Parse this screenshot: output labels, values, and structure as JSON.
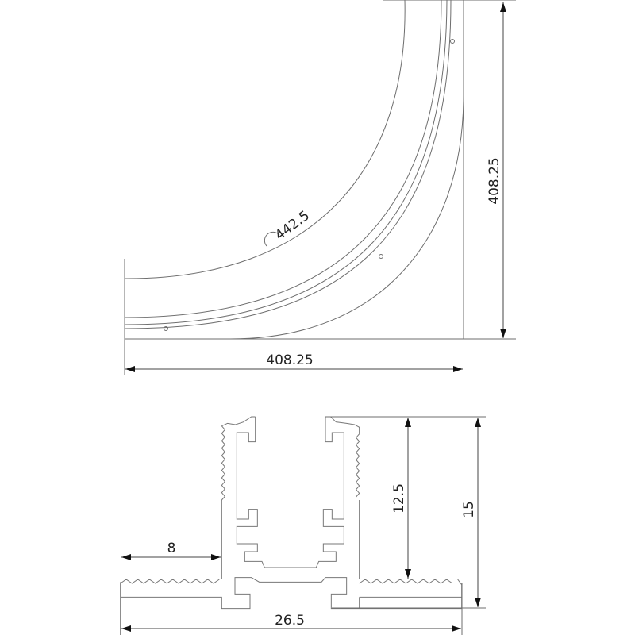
{
  "top_view": {
    "width_label": "408.25",
    "height_label": "408.25",
    "radius_label": "442.5"
  },
  "profile_section": {
    "flange_width_label": "8",
    "channel_depth_label": "12.5",
    "total_height_label": "15",
    "total_width_label": "26.5"
  },
  "colors": {
    "line": "#6e6e6e",
    "text": "#222222"
  }
}
